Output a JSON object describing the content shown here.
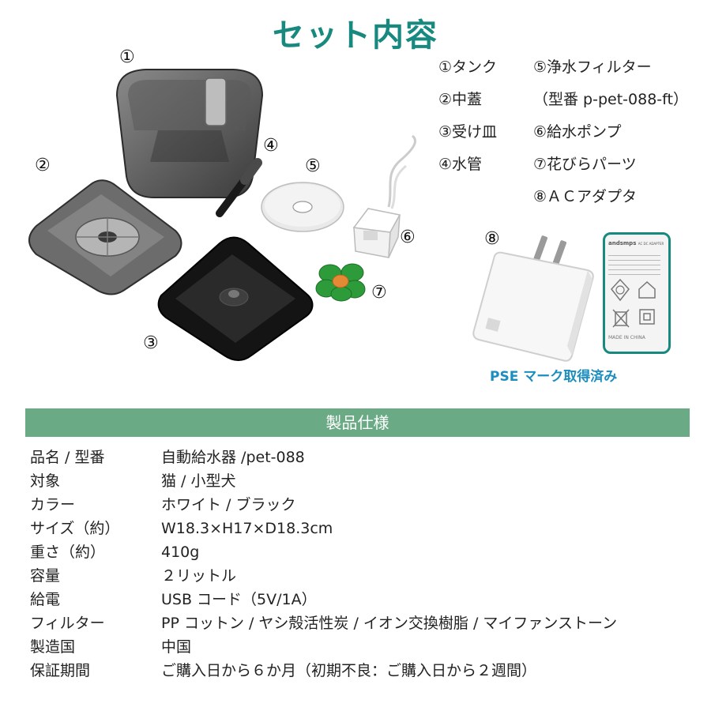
{
  "title": "セット内容",
  "parts": [
    {
      "left": "①タンク",
      "right": "⑤浄水フィルター"
    },
    {
      "left": "②中蓋",
      "right": "（型番 p-pet-088-ft）"
    },
    {
      "left": "③受け皿",
      "right": "⑥給水ポンプ"
    },
    {
      "left": "④水管",
      "right": "⑦花びらパーツ"
    },
    {
      "left": "",
      "right": "⑧ＡＣアダプタ"
    }
  ],
  "callouts": {
    "n1": "①",
    "n2": "②",
    "n3": "③",
    "n4": "④",
    "n5": "⑤",
    "n6": "⑥",
    "n7": "⑦",
    "n8": "⑧"
  },
  "pse_label": "PSE マーク取得済み",
  "spec_header": "製品仕様",
  "specs": [
    {
      "key": "品名 / 型番",
      "value": "自動給水器 /pet-088"
    },
    {
      "key": "対象",
      "value": "猫 / 小型犬"
    },
    {
      "key": "カラー",
      "value": "ホワイト / ブラック"
    },
    {
      "key": "サイズ（約）",
      "value": "W18.3×H17×D18.3cm"
    },
    {
      "key": "重さ（約）",
      "value": "410g"
    },
    {
      "key": "容量",
      "value": "２リットル"
    },
    {
      "key": "給電",
      "value": "USB コード（5V/1A）"
    },
    {
      "key": "フィルター",
      "value": "PP コットン / ヤシ殻活性炭 / イオン交換樹脂 / マイファンストーン"
    },
    {
      "key": "製造国",
      "value": "中国"
    },
    {
      "key": "保証期間",
      "value": "ご購入日から６か月（初期不良：ご購入日から２週間）"
    }
  ],
  "adapter_label": {
    "brand": "andsmps",
    "text1": "AC DC ADAPTER",
    "text2": "MADE IN CHINA"
  },
  "colors": {
    "accent": "#17897f",
    "spec_header": "#6aaa85",
    "pse": "#1b8dbf",
    "adapter_label_border": "#17897f"
  }
}
